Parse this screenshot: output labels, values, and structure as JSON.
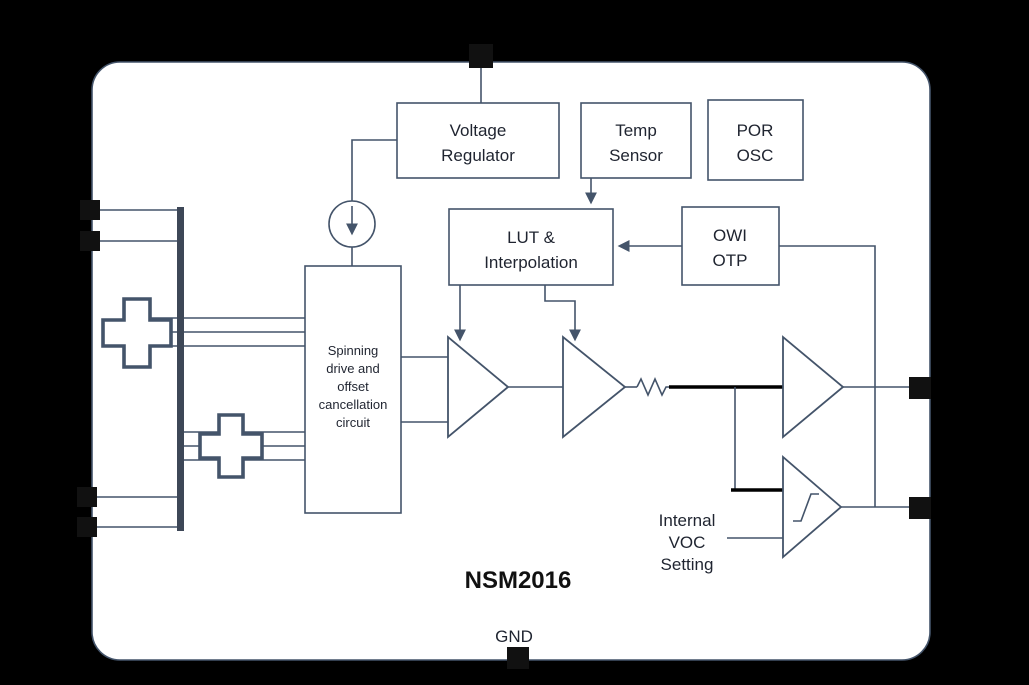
{
  "diagram": {
    "title": "NSM2016",
    "ground_label": "GND",
    "blocks": {
      "voltage_regulator": [
        "Voltage",
        "Regulator"
      ],
      "temp_sensor": [
        "Temp",
        "Sensor"
      ],
      "por_osc": [
        "POR",
        "OSC"
      ],
      "lut_interpolation": [
        "LUT &",
        "Interpolation"
      ],
      "owi_otp": [
        "OWI",
        "OTP"
      ],
      "spinning_circuit": [
        "Spinning",
        "drive and",
        "offset",
        "cancellation",
        "circuit"
      ],
      "internal_voc_setting": [
        "Internal",
        "VOC",
        "Setting"
      ]
    },
    "colors": {
      "background": "#000000",
      "canvas": "#ffffff",
      "line": "#44546A",
      "text": "#1f2430",
      "pin": "#111111",
      "signal_thick": "#000000"
    }
  }
}
